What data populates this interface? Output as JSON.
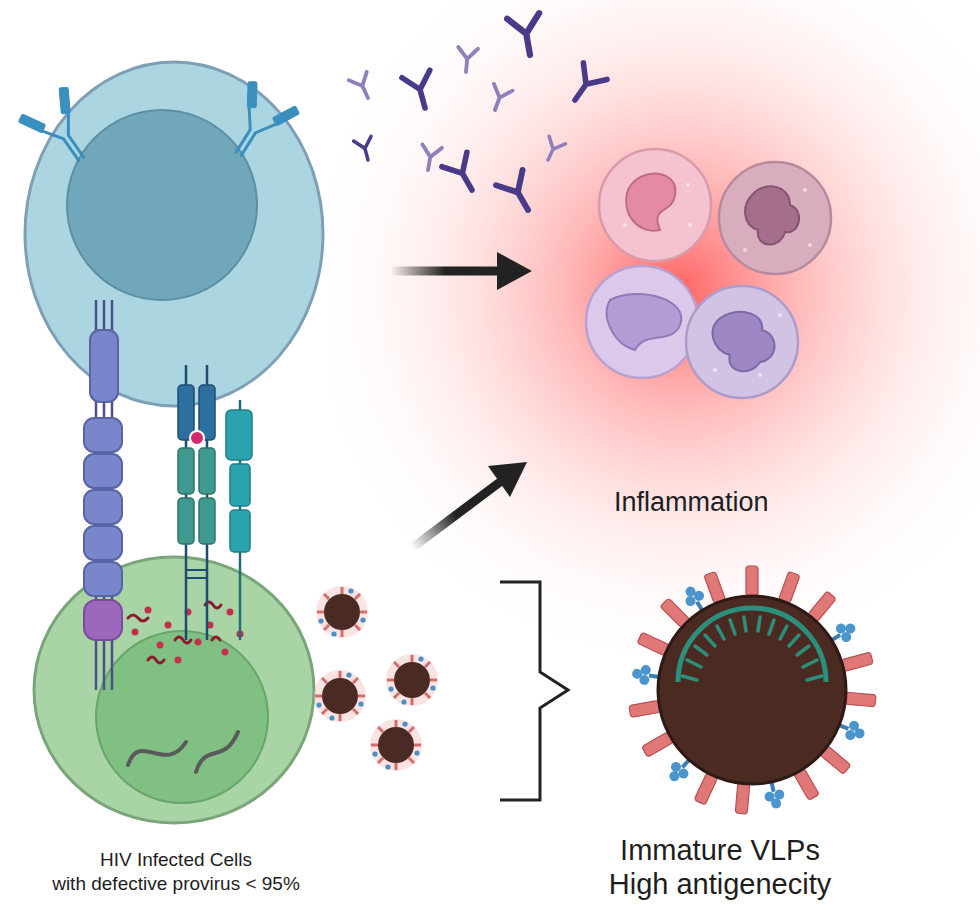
{
  "diagram": {
    "labels": [
      "HIV Infected Cells",
      "with defective provirus < 95%",
      "Inflammation",
      "Immature VLPs",
      "High antigenecity"
    ]
  }
}
